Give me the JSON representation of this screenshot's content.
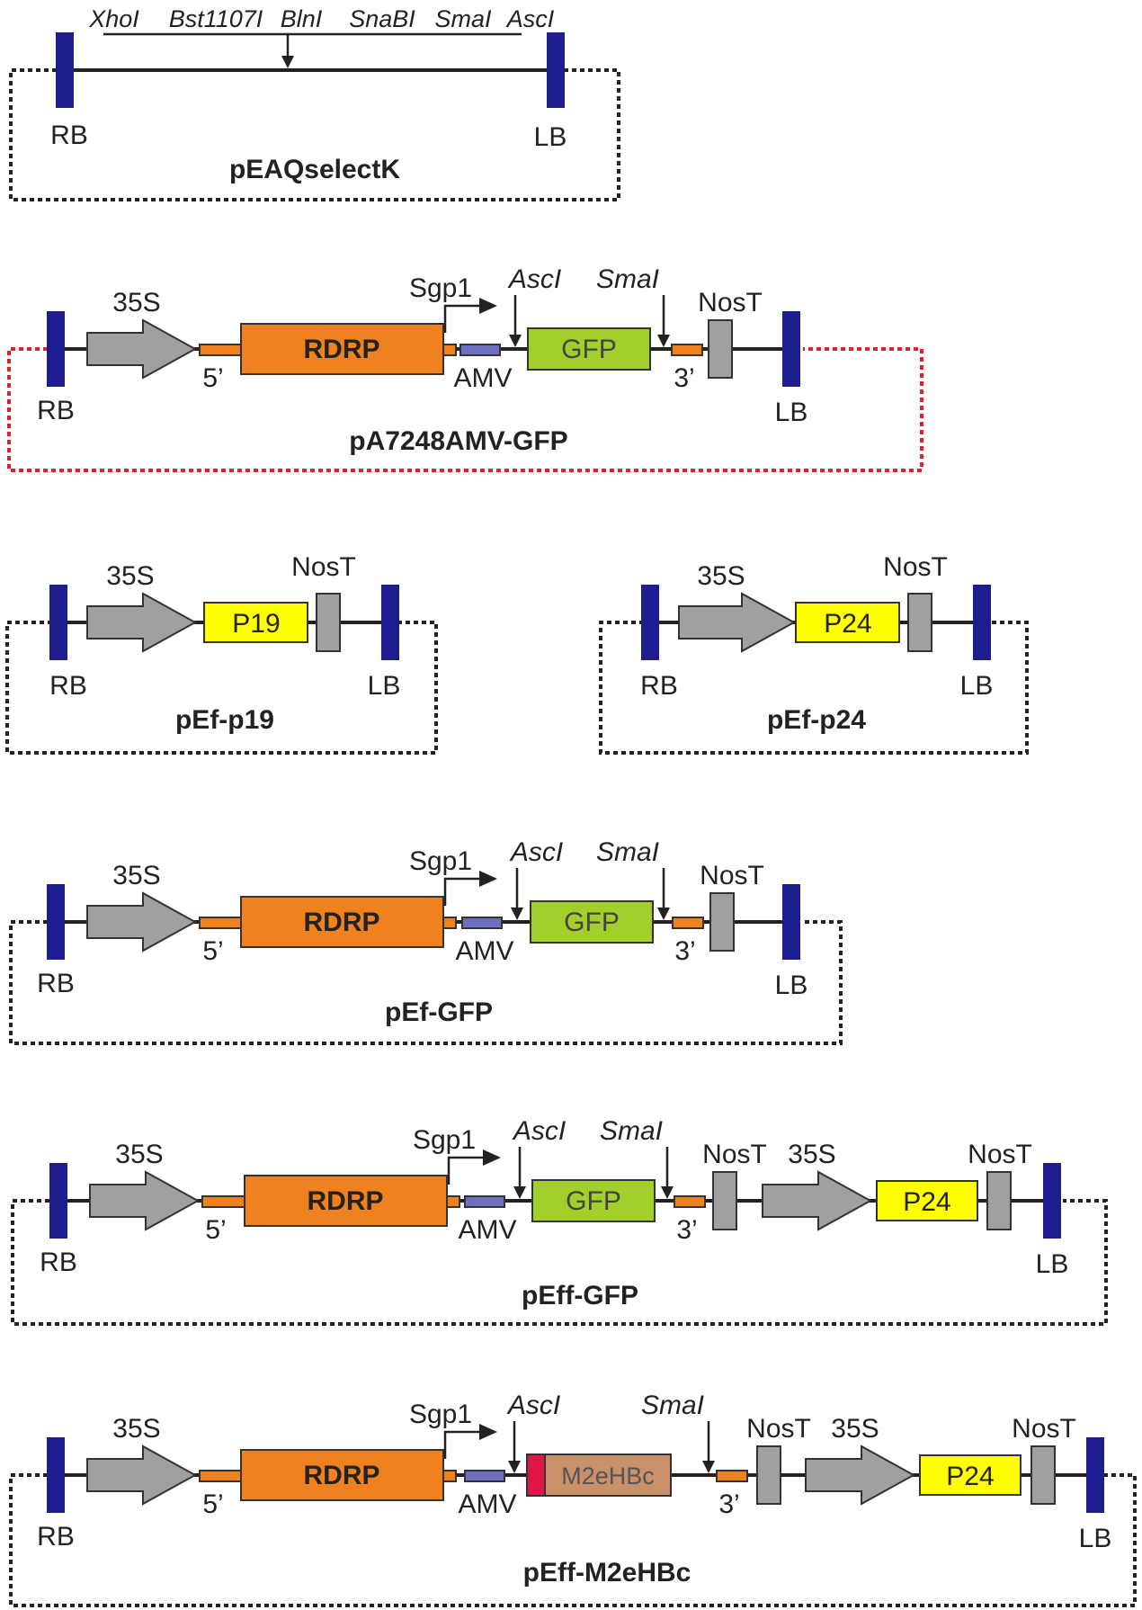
{
  "colors": {
    "border": "#1d1d90",
    "promoter": "#a0a0a0",
    "terminator": "#a0a0a0",
    "rdrp": "#ef821e",
    "utr": "#ef821e",
    "amv": "#6f6fbf",
    "gfp": "#a3cf2a",
    "p19": "#ffff00",
    "p24": "#ffff00",
    "m2e": "#e0164a",
    "hbc": "#c8916a",
    "dashed_default": "#222222",
    "dashed_red": "#e0202a"
  },
  "constructs": [
    {
      "name": "pEAQselectK",
      "dashed_color": "black",
      "sites": [
        "XhoI",
        "Bst1107I",
        "BlnI",
        "SnaBI",
        "SmaI",
        "AscI"
      ],
      "labels": {
        "rb": "RB",
        "lb": "LB"
      }
    },
    {
      "name": "pA7248AMV-GFP",
      "dashed_color": "red",
      "labels": {
        "promoter": "35S",
        "five": "5’",
        "rdrp": "RDRP",
        "sgp": "Sgp1",
        "amv": "AMV",
        "asci": "AscI",
        "smai": "SmaI",
        "gene": "GFP",
        "three": "3’",
        "nost": "NosT",
        "rb": "RB",
        "lb": "LB"
      }
    },
    {
      "name": "pEf-p19",
      "dashed_color": "black",
      "labels": {
        "promoter": "35S",
        "gene": "P19",
        "nost": "NosT",
        "rb": "RB",
        "lb": "LB"
      }
    },
    {
      "name": "pEf-p24",
      "dashed_color": "black",
      "labels": {
        "promoter": "35S",
        "gene": "P24",
        "nost": "NosT",
        "rb": "RB",
        "lb": "LB"
      }
    },
    {
      "name": "pEf-GFP",
      "dashed_color": "black",
      "labels": {
        "promoter": "35S",
        "five": "5’",
        "rdrp": "RDRP",
        "sgp": "Sgp1",
        "amv": "AMV",
        "asci": "AscI",
        "smai": "SmaI",
        "gene": "GFP",
        "three": "3’",
        "nost": "NosT",
        "rb": "RB",
        "lb": "LB"
      }
    },
    {
      "name": "pEff-GFP",
      "dashed_color": "black",
      "labels": {
        "promoter": "35S",
        "five": "5’",
        "rdrp": "RDRP",
        "sgp": "Sgp1",
        "amv": "AMV",
        "asci": "AscI",
        "smai": "SmaI",
        "gene": "GFP",
        "three": "3’",
        "nost": "NosT",
        "promoter2": "35S",
        "gene2": "P24",
        "nost2": "NosT",
        "rb": "RB",
        "lb": "LB"
      }
    },
    {
      "name": "pEff-M2eHBc",
      "dashed_color": "black",
      "labels": {
        "promoter": "35S",
        "five": "5’",
        "rdrp": "RDRP",
        "sgp": "Sgp1",
        "amv": "AMV",
        "asci": "AscI",
        "smai": "SmaI",
        "gene": "M2eHBc",
        "three": "3’",
        "nost": "NosT",
        "promoter2": "35S",
        "gene2": "P24",
        "nost2": "NosT",
        "rb": "RB",
        "lb": "LB"
      }
    }
  ]
}
